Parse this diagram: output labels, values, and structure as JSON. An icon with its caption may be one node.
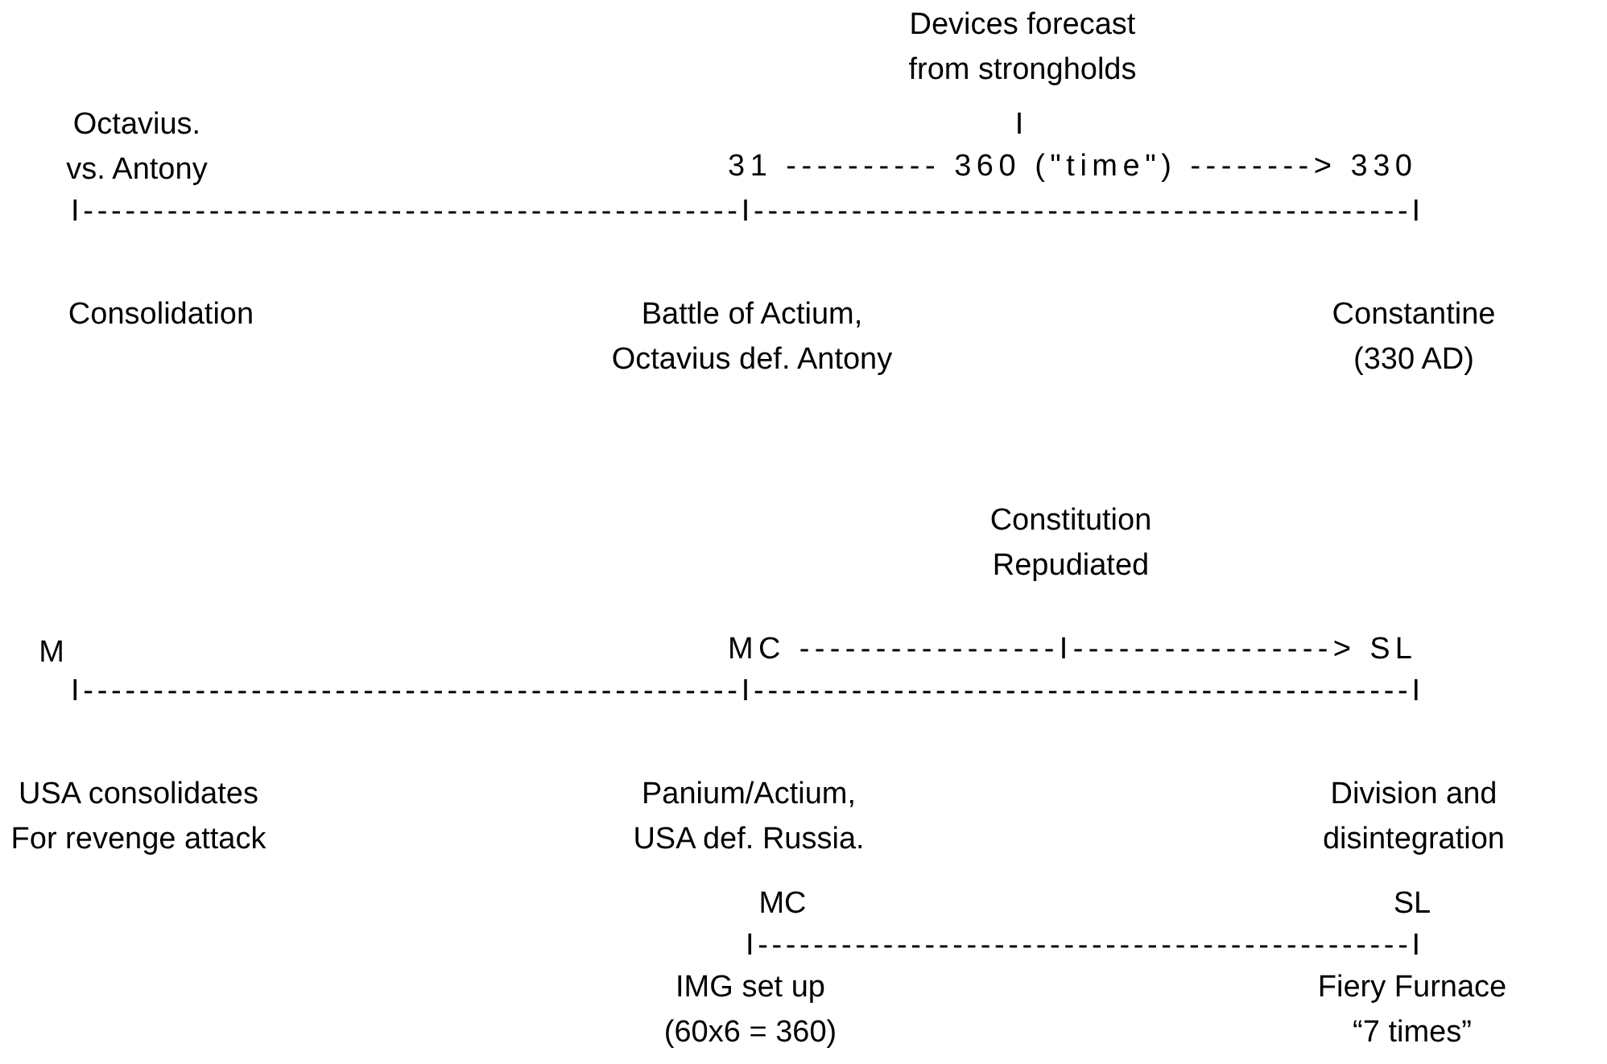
{
  "diagram": {
    "labels": [
      "Devices forecast from strongholds",
      "I",
      "Octavius. vs. Antony",
      "31 ---------- 360 (\"time\") --------> 330",
      "I-----------------------------------------------I-----------------------------------------------I",
      "Consolidation",
      "Battle of Actium, Octavius def. Antony",
      "Constantine (330 AD)",
      "Constitution Repudiated",
      "M",
      "MC -----------------I-----------------> SL",
      "I-----------------------------------------------I-----------------------------------------------I",
      "USA consolidates For revenge attack",
      "Panium/Actium, USA def. Russia.",
      "Division and disintegration",
      "MC",
      "SL",
      "I-----------------------------------------------I",
      "IMG set up (60x6 = 360)",
      "Fiery Furnace “7 times”"
    ]
  }
}
